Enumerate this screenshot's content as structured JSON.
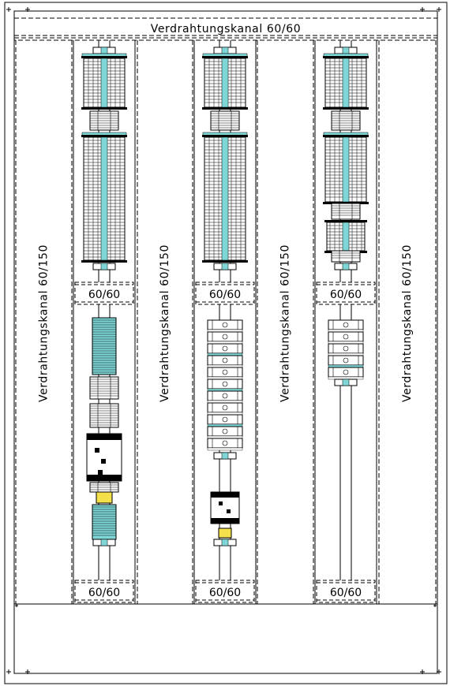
{
  "top_duct_label": "Verdrahtungskanal 60/60",
  "vertical_duct_label": "Verdrahtungskanal 60/150",
  "horizontal_duct_label": "60/60",
  "colors": {
    "line": "#000000",
    "accent": "#7fd6d6",
    "terminal_yellow": "#f3e04a",
    "background": "#ffffff"
  }
}
